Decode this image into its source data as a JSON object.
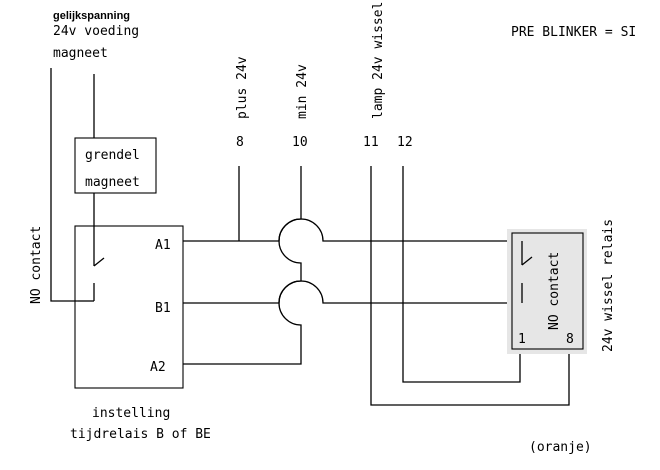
{
  "supply": {
    "heading": "gelijkspanning",
    "line1": "24v voeding",
    "line2": "magneet"
  },
  "mode_note": "PRE BLINKER = SI",
  "latch": {
    "line1": "grendel",
    "line2": "magneet"
  },
  "left_contact_label": "NO contact",
  "terminals": [
    {
      "number": "8",
      "label": "plus 24v"
    },
    {
      "number": "10",
      "label": "min 24v"
    },
    {
      "number": "11",
      "label": "lamp 24v wissel"
    },
    {
      "number": "12",
      "label": ""
    }
  ],
  "timer": {
    "pins": [
      "A1",
      "B1",
      "A2"
    ],
    "caption1": "instelling",
    "caption2": "tijdrelais B of BE"
  },
  "changeover_relay": {
    "contact_label": "NO contact",
    "pin_left": "1",
    "pin_right": "8",
    "side_label": "24v wissel relais",
    "caption": "(oranje)"
  }
}
